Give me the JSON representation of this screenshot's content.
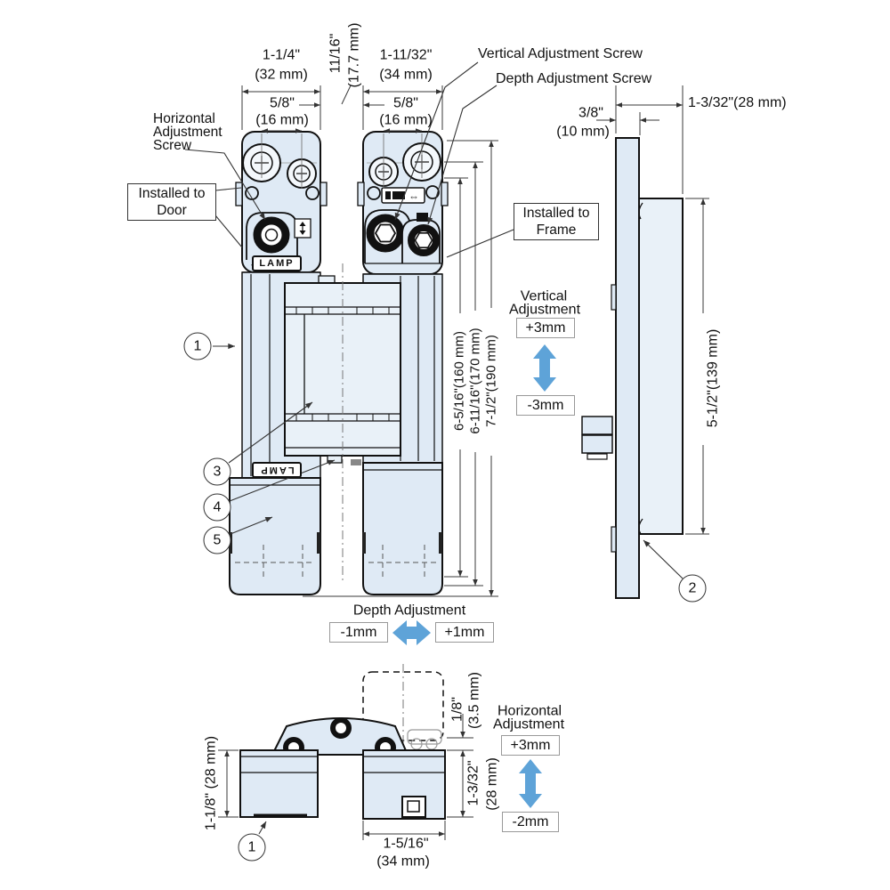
{
  "brand": {
    "logo": "LAMP"
  },
  "callouts": {
    "vertical_adjustment_screw": "Vertical Adjustment Screw",
    "depth_adjustment_screw": "Depth Adjustment Screw",
    "horizontal_adjustment_screw": {
      "l1": "Horizontal",
      "l2": "Adjustment",
      "l3": "Screw"
    },
    "installed_to_door": {
      "l1": "Installed to",
      "l2": "Door"
    },
    "installed_to_frame": {
      "l1": "Installed to",
      "l2": "Frame"
    }
  },
  "dimensions": {
    "door_leaf_width": {
      "inch": "1-1/4\"",
      "mm": "(32 mm)"
    },
    "center_gap": {
      "inch": "11/16\"",
      "mm": "(17.7 mm)"
    },
    "frame_leaf_width": {
      "inch": "1-11/32\"",
      "mm": "(34 mm)"
    },
    "door_screw_spacing": {
      "inch": "5/8\"",
      "mm": "(16 mm)"
    },
    "frame_screw_spacing": {
      "inch": "5/8\"",
      "mm": "(16 mm)"
    },
    "frame_plate_thickness": {
      "inch": "3/8\"",
      "mm": "(10 mm)"
    },
    "side_width": "1-3/32\"(28 mm)",
    "body_length_160": "6-5/16\"(160 mm)",
    "body_length_170": "6-11/16\"(170 mm)",
    "body_length_190": "7-1/2\"(190 mm)",
    "side_height": "5-1/2\"(139 mm)",
    "top_clearance": {
      "inch": "1/8\"",
      "mm": "(3.5 mm)"
    },
    "top_depth_right": {
      "inch": "1-3/32\"",
      "mm": "(28 mm)"
    },
    "top_depth_left": "1-1/8\" (28 mm)",
    "top_width": {
      "inch": "1-5/16\"",
      "mm": "(34 mm)"
    }
  },
  "adjustments": {
    "vertical": {
      "l1": "Vertical",
      "l2": "Adjustment",
      "plus": "+3mm",
      "minus": "-3mm"
    },
    "depth": {
      "title": "Depth Adjustment",
      "minus": "-1mm",
      "plus": "+1mm"
    },
    "horizontal": {
      "l1": "Horizontal",
      "l2": "Adjustment",
      "plus": "+3mm",
      "minus": "-2mm"
    }
  },
  "balloons": {
    "one": "1",
    "two": "2",
    "three": "3",
    "four": "4",
    "five": "5",
    "one_top_view": "1"
  },
  "marks": {
    "plus": "+",
    "minus": "−",
    "slider_arrows": "⇔"
  },
  "colors": {
    "part_fill": "#dfeaf5",
    "part_fill_light": "#e9f1f8",
    "adjust_arrow": "#5ea3d8",
    "outline": "#111111",
    "dimension": "#3a3a3a"
  }
}
